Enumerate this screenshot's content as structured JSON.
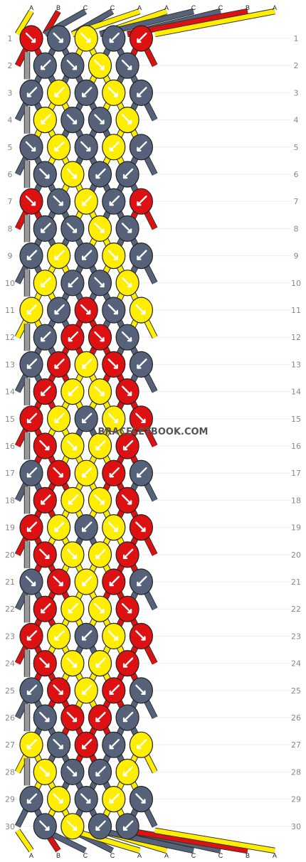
{
  "watermark": "BRACELETBOOK.COM",
  "colors": {
    "A": "#ffee00",
    "B": "#dd1111",
    "C": "#55627a"
  },
  "strands": [
    "A",
    "B",
    "C",
    "C",
    "A",
    "A",
    "C",
    "C",
    "B",
    "A"
  ],
  "rows": [
    {
      "label": "1",
      "knots": [
        [
          "B",
          "dr"
        ],
        [
          "C",
          "dr"
        ],
        [
          "A",
          "dr"
        ],
        [
          "C",
          "dl"
        ],
        [
          "B",
          "dl"
        ]
      ]
    },
    {
      "label": "2",
      "knots": [
        [
          "C",
          "dl"
        ],
        [
          "C",
          "dr"
        ],
        [
          "A",
          "dr"
        ],
        [
          "C",
          "dr"
        ]
      ]
    },
    {
      "label": "3",
      "knots": [
        [
          "C",
          "dl"
        ],
        [
          "A",
          "dl"
        ],
        [
          "C",
          "dl"
        ],
        [
          "A",
          "dr"
        ],
        [
          "C",
          "dl"
        ]
      ]
    },
    {
      "label": "4",
      "knots": [
        [
          "A",
          "dl"
        ],
        [
          "C",
          "dr"
        ],
        [
          "C",
          "dr"
        ],
        [
          "A",
          "dr"
        ]
      ]
    },
    {
      "label": "5",
      "knots": [
        [
          "C",
          "dr"
        ],
        [
          "A",
          "dl"
        ],
        [
          "C",
          "dr"
        ],
        [
          "A",
          "dl"
        ],
        [
          "C",
          "dl"
        ]
      ]
    },
    {
      "label": "6",
      "knots": [
        [
          "C",
          "dr"
        ],
        [
          "A",
          "dr"
        ],
        [
          "C",
          "dl"
        ],
        [
          "C",
          "dl"
        ]
      ]
    },
    {
      "label": "7",
      "knots": [
        [
          "B",
          "dr"
        ],
        [
          "C",
          "dr"
        ],
        [
          "A",
          "dl"
        ],
        [
          "C",
          "dl"
        ],
        [
          "B",
          "dl"
        ]
      ]
    },
    {
      "label": "8",
      "knots": [
        [
          "C",
          "dl"
        ],
        [
          "C",
          "dr"
        ],
        [
          "A",
          "dr"
        ],
        [
          "C",
          "dr"
        ]
      ]
    },
    {
      "label": "9",
      "knots": [
        [
          "C",
          "dl"
        ],
        [
          "A",
          "dl"
        ],
        [
          "C",
          "dl"
        ],
        [
          "A",
          "dr"
        ],
        [
          "C",
          "dl"
        ]
      ]
    },
    {
      "label": "10",
      "knots": [
        [
          "A",
          "dl"
        ],
        [
          "C",
          "dl"
        ],
        [
          "C",
          "dr"
        ],
        [
          "A",
          "dr"
        ]
      ]
    },
    {
      "label": "11",
      "knots": [
        [
          "A",
          "dl"
        ],
        [
          "C",
          "dl"
        ],
        [
          "B",
          "dr"
        ],
        [
          "C",
          "dr"
        ],
        [
          "A",
          "dr"
        ]
      ]
    },
    {
      "label": "12",
      "knots": [
        [
          "C",
          "dl"
        ],
        [
          "B",
          "dl"
        ],
        [
          "B",
          "dr"
        ],
        [
          "C",
          "dr"
        ]
      ]
    },
    {
      "label": "13",
      "knots": [
        [
          "C",
          "dl"
        ],
        [
          "B",
          "dl"
        ],
        [
          "A",
          "dl"
        ],
        [
          "B",
          "dr"
        ],
        [
          "C",
          "dl"
        ]
      ]
    },
    {
      "label": "14",
      "knots": [
        [
          "B",
          "dl"
        ],
        [
          "A",
          "dl"
        ],
        [
          "A",
          "dr"
        ],
        [
          "B",
          "dr"
        ]
      ]
    },
    {
      "label": "15",
      "knots": [
        [
          "B",
          "dl"
        ],
        [
          "A",
          "dl"
        ],
        [
          "C",
          "dl"
        ],
        [
          "A",
          "dr"
        ],
        [
          "B",
          "dr"
        ]
      ]
    },
    {
      "label": "16",
      "knots": [
        [
          "B",
          "dr"
        ],
        [
          "A",
          "dr"
        ],
        [
          "A",
          "dl"
        ],
        [
          "B",
          "dl"
        ]
      ]
    },
    {
      "label": "17",
      "knots": [
        [
          "C",
          "dl"
        ],
        [
          "B",
          "dr"
        ],
        [
          "A",
          "dl"
        ],
        [
          "B",
          "dl"
        ],
        [
          "C",
          "dl"
        ]
      ]
    },
    {
      "label": "18",
      "knots": [
        [
          "B",
          "dl"
        ],
        [
          "A",
          "dl"
        ],
        [
          "A",
          "dr"
        ],
        [
          "B",
          "dr"
        ]
      ]
    },
    {
      "label": "19",
      "knots": [
        [
          "B",
          "dl"
        ],
        [
          "A",
          "dl"
        ],
        [
          "C",
          "dl"
        ],
        [
          "A",
          "dr"
        ],
        [
          "B",
          "dr"
        ]
      ]
    },
    {
      "label": "20",
      "knots": [
        [
          "B",
          "dr"
        ],
        [
          "A",
          "dr"
        ],
        [
          "A",
          "dl"
        ],
        [
          "B",
          "dl"
        ]
      ]
    },
    {
      "label": "21",
      "knots": [
        [
          "C",
          "dr"
        ],
        [
          "B",
          "dr"
        ],
        [
          "A",
          "dl"
        ],
        [
          "B",
          "dl"
        ],
        [
          "C",
          "dl"
        ]
      ]
    },
    {
      "label": "22",
      "knots": [
        [
          "B",
          "dl"
        ],
        [
          "A",
          "dl"
        ],
        [
          "A",
          "dr"
        ],
        [
          "B",
          "dr"
        ]
      ]
    },
    {
      "label": "23",
      "knots": [
        [
          "B",
          "dl"
        ],
        [
          "A",
          "dl"
        ],
        [
          "C",
          "dl"
        ],
        [
          "A",
          "dr"
        ],
        [
          "B",
          "dr"
        ]
      ]
    },
    {
      "label": "24",
      "knots": [
        [
          "B",
          "dr"
        ],
        [
          "A",
          "dr"
        ],
        [
          "A",
          "dl"
        ],
        [
          "B",
          "dl"
        ]
      ]
    },
    {
      "label": "25",
      "knots": [
        [
          "C",
          "dl"
        ],
        [
          "B",
          "dr"
        ],
        [
          "A",
          "dl"
        ],
        [
          "B",
          "dl"
        ],
        [
          "C",
          "dr"
        ]
      ]
    },
    {
      "label": "26",
      "knots": [
        [
          "C",
          "dr"
        ],
        [
          "B",
          "dr"
        ],
        [
          "B",
          "dl"
        ],
        [
          "C",
          "dl"
        ]
      ]
    },
    {
      "label": "27",
      "knots": [
        [
          "A",
          "dl"
        ],
        [
          "C",
          "dr"
        ],
        [
          "B",
          "dl"
        ],
        [
          "C",
          "dl"
        ],
        [
          "A",
          "dl"
        ]
      ]
    },
    {
      "label": "28",
      "knots": [
        [
          "A",
          "dr"
        ],
        [
          "C",
          "dr"
        ],
        [
          "C",
          "dl"
        ],
        [
          "A",
          "dl"
        ]
      ]
    },
    {
      "label": "29",
      "knots": [
        [
          "C",
          "dl"
        ],
        [
          "A",
          "dr"
        ],
        [
          "C",
          "dr"
        ],
        [
          "A",
          "dl"
        ],
        [
          "C",
          "dr"
        ]
      ]
    },
    {
      "label": "30",
      "knots": [
        [
          "C",
          "dr"
        ],
        [
          "A",
          "dr"
        ],
        [
          "C",
          "dl"
        ],
        [
          "C",
          "dl"
        ]
      ]
    }
  ]
}
